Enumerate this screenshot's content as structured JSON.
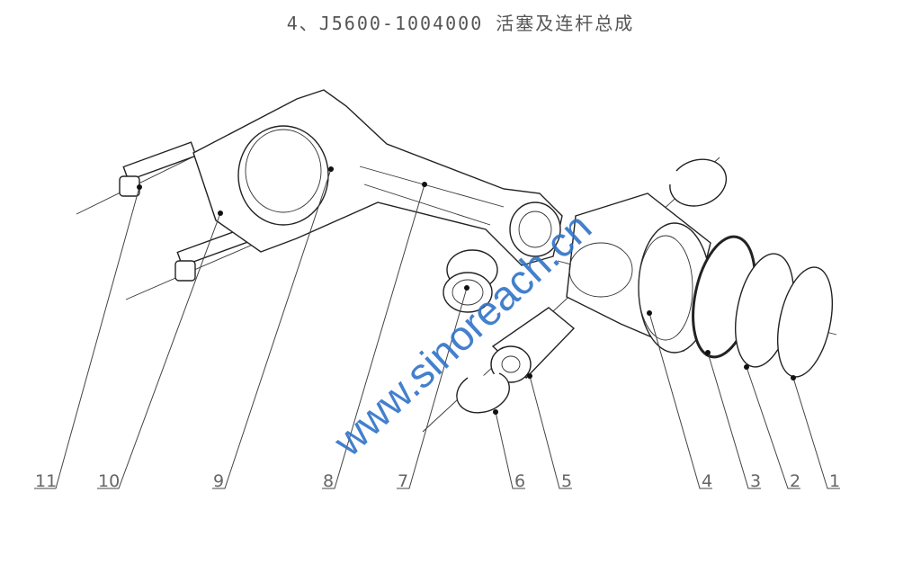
{
  "title": "4、J5600-1004000  活塞及连杆总成",
  "watermark": "www.sinoreach.cn",
  "callouts": [
    "11",
    "10",
    "9",
    "8",
    "7",
    "6",
    "5",
    "4",
    "3",
    "2",
    "1"
  ]
}
